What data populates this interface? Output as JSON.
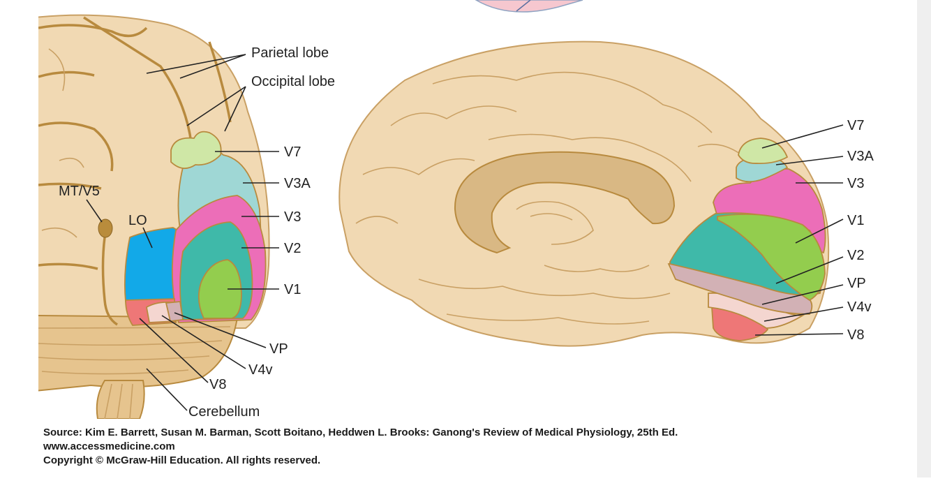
{
  "colors": {
    "brain": "#f1d9b3",
    "outline": "#c9a064",
    "v7": "#cfe7a6",
    "v3a": "#9fd7d5",
    "v3": "#ec6eb8",
    "v2": "#3fb9a9",
    "v1": "#93cd4e",
    "vp": "#d2b1b5",
    "v4v": "#f4d6d0",
    "v8": "#ee7777",
    "lo": "#12a9e8",
    "mt": "#b98c3c",
    "cerebellum": "#e6c48e"
  },
  "left_labels": {
    "parietal": "Parietal lobe",
    "occipital": "Occipital lobe",
    "v7": "V7",
    "v3a": "V3A",
    "v3": "V3",
    "v2": "V2",
    "v1": "V1",
    "mt": "MT/V5",
    "lo": "LO",
    "vp": "VP",
    "v4v": "V4v",
    "v8": "V8",
    "cerebellum": "Cerebellum"
  },
  "right_labels": {
    "v7": "V7",
    "v3a": "V3A",
    "v3": "V3",
    "v1": "V1",
    "v2": "V2",
    "vp": "VP",
    "v4v": "V4v",
    "v8": "V8"
  },
  "footer": {
    "source": "Source: Kim E. Barrett, Susan M. Barman, Scott Boitano, Heddwen L. Brooks: Ganong's Review of Medical Physiology, 25th Ed.",
    "url": "www.accessmedicine.com",
    "copyright": "Copyright © McGraw-Hill Education.  All rights reserved."
  }
}
